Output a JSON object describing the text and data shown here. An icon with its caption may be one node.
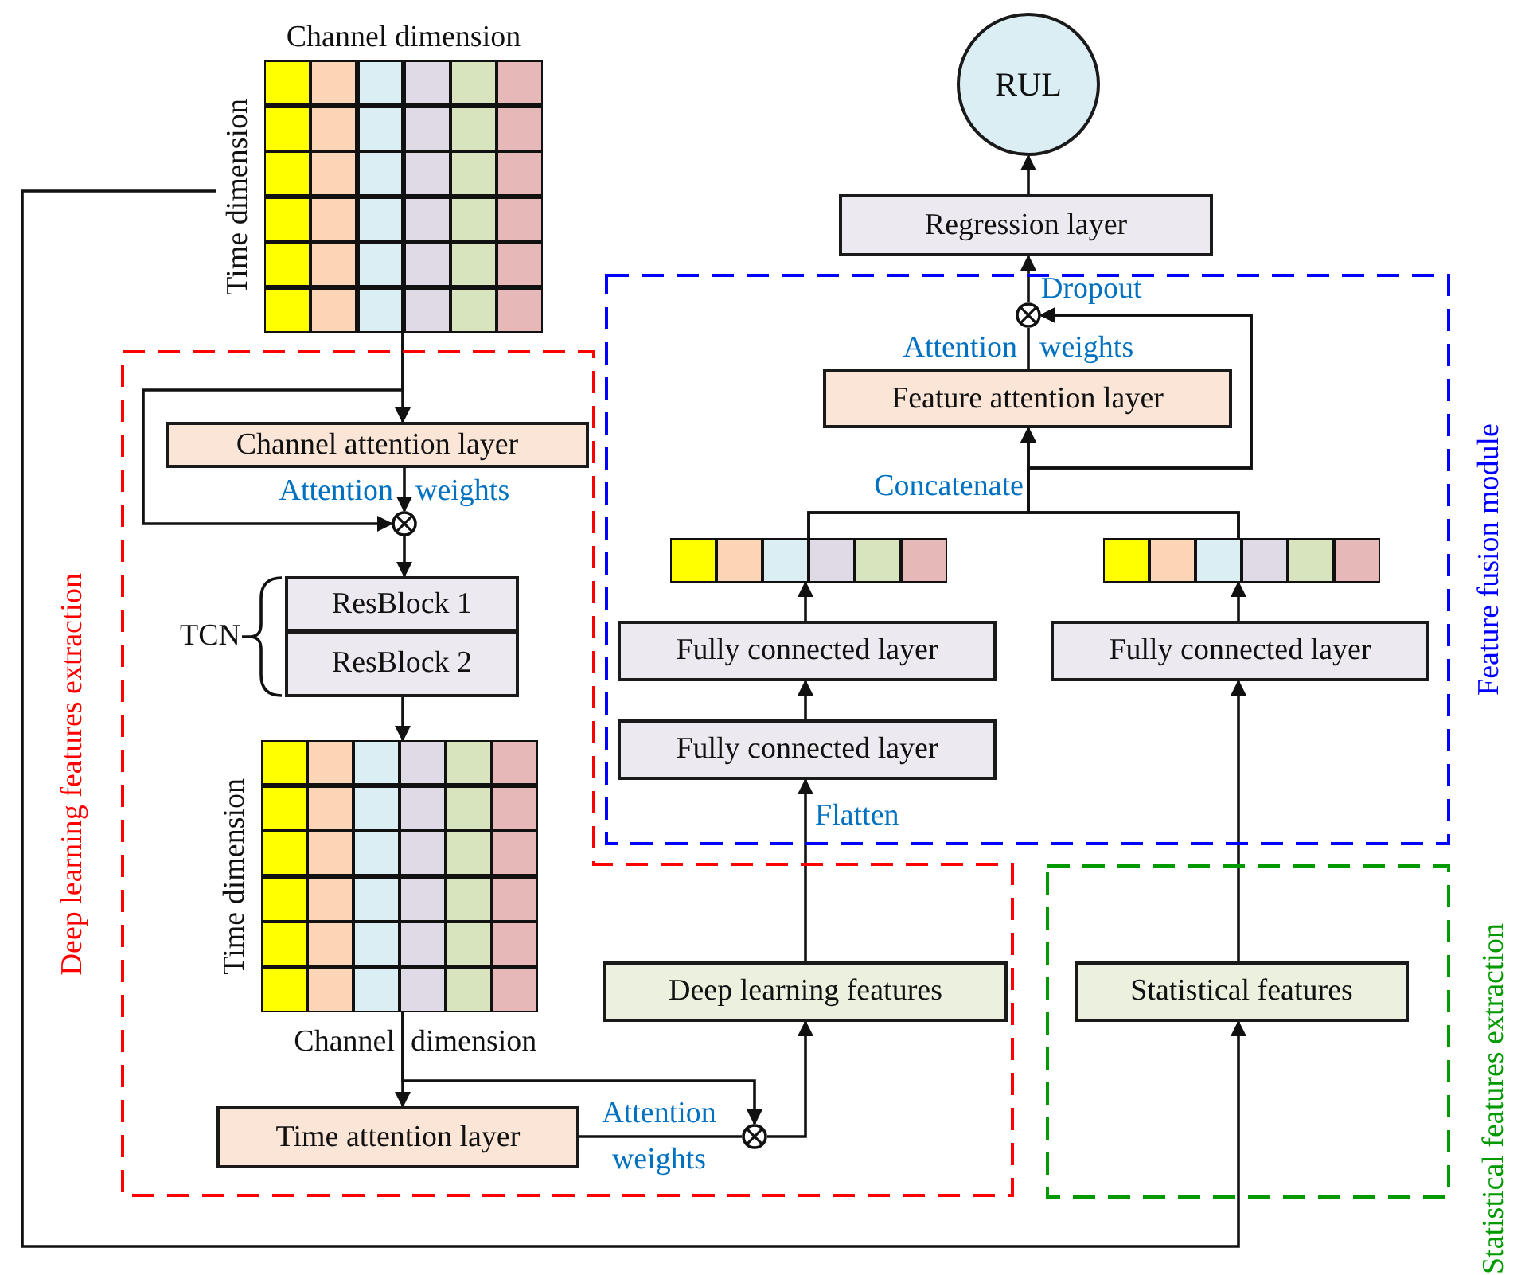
{
  "diagram": {
    "nodes": [
      {
        "text": [
          "Channel dimension",
          "Time dimension"
        ]
      },
      {
        "text": [
          "Deep learning features extraction"
        ]
      },
      {
        "text": [
          "Channel attention layer"
        ],
        "in": 1
      },
      {
        "text": [],
        "shape": "circle",
        "in": 1
      },
      {
        "text": [
          "ResBlock 1"
        ],
        "in": 1
      },
      {
        "text": [
          "ResBlock 2"
        ],
        "in": 1
      },
      {
        "text": [
          "Time dimension",
          "Channel dimension"
        ],
        "in": 1
      },
      {
        "text": [
          "Time attention layer"
        ],
        "in": 1
      },
      {
        "text": [],
        "shape": "circle",
        "in": 1
      },
      {
        "text": [
          "Deep learning features"
        ],
        "in": 1
      },
      {
        "text": [
          "Feature fusion module"
        ]
      },
      {
        "text": [
          "Fully connected layer"
        ],
        "in": 10
      },
      {
        "text": [
          "Fully connected layer"
        ],
        "in": 10
      },
      {
        "text": [],
        "shape": "bar",
        "in": 10
      },
      {
        "text": [
          "Fully connected layer"
        ],
        "in": 10
      },
      {
        "text": [],
        "shape": "bar",
        "in": 10
      },
      {
        "text": [
          "Feature attention layer"
        ],
        "in": 10
      },
      {
        "text": [],
        "shape": "circle",
        "in": 10
      },
      {
        "text": [
          "Regression layer"
        ]
      },
      {
        "text": [
          "RUL"
        ]
      },
      {
        "text": [
          "Statistical features extraction"
        ]
      },
      {
        "text": [
          "Statistical features"
        ],
        "in": 20
      }
    ],
    "edges": [
      {
        "from": 0,
        "to": 2,
        "arrow": "to"
      },
      {
        "from": 0,
        "to": 3,
        "arrow": "to"
      },
      {
        "from": 2,
        "to": 3,
        "arrow": "to",
        "label": "Attention weights"
      },
      {
        "from": 3,
        "to": 4,
        "arrow": "to"
      },
      {
        "from": 5,
        "to": 6,
        "arrow": "to"
      },
      {
        "from": 6,
        "to": 7,
        "arrow": "to"
      },
      {
        "from": 6,
        "to": 8,
        "arrow": "to"
      },
      {
        "from": 7,
        "to": 8,
        "arrow": "none",
        "label": "Attention weights"
      },
      {
        "from": 8,
        "to": 9,
        "arrow": "to"
      },
      {
        "from": 9,
        "to": 11,
        "arrow": "to",
        "label": "Flatten"
      },
      {
        "from": 11,
        "to": 12,
        "arrow": "to"
      },
      {
        "from": 12,
        "to": 13,
        "arrow": "to"
      },
      {
        "from": 21,
        "to": 14,
        "arrow": "to"
      },
      {
        "from": 14,
        "to": 15,
        "arrow": "to"
      },
      {
        "from": 13,
        "to": 16,
        "arrow": "to",
        "label": "Concatenate"
      },
      {
        "from": 15,
        "to": 16,
        "arrow": "to"
      },
      {
        "from": 13,
        "to": 17,
        "arrow": "to"
      },
      {
        "from": 15,
        "to": 17,
        "arrow": "to"
      },
      {
        "from": 16,
        "to": 17,
        "arrow": "none",
        "label": "Attention weights"
      },
      {
        "from": 17,
        "to": 18,
        "arrow": "to",
        "label": "Dropout"
      },
      {
        "from": 18,
        "to": 19,
        "arrow": "to"
      },
      {
        "from": 0,
        "to": 21,
        "arrow": "to"
      }
    ],
    "labels": [
      "TCN"
    ]
  }
}
